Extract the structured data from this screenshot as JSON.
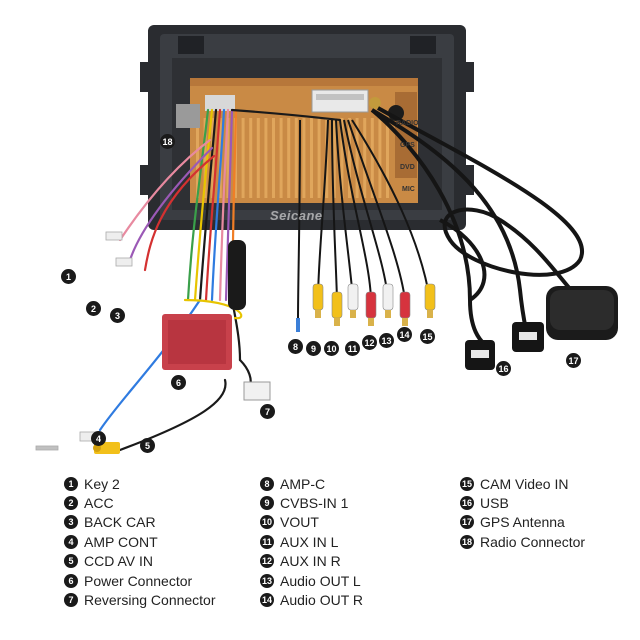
{
  "brand": "Seicane",
  "panel_labels": [
    "RADIO",
    "GPS",
    "DVD",
    "MIC"
  ],
  "colors": {
    "frame": "#2a2c30",
    "board": "#c98a45",
    "connector_red": "#c8414b",
    "rca_yellow": "#f2c01a",
    "rca_white": "#f1f1f1",
    "rca_red": "#d6333e",
    "cable": "#151515"
  },
  "legend": {
    "columns": [
      [
        {
          "num": "1",
          "label": "Key 2"
        },
        {
          "num": "2",
          "label": "ACC"
        },
        {
          "num": "3",
          "label": "BACK CAR"
        },
        {
          "num": "4",
          "label": "AMP CONT"
        },
        {
          "num": "5",
          "label": "CCD AV IN"
        },
        {
          "num": "6",
          "label": "Power Connector"
        },
        {
          "num": "7",
          "label": "Reversing Connector"
        }
      ],
      [
        {
          "num": "8",
          "label": "AMP-C"
        },
        {
          "num": "9",
          "label": "CVBS-IN 1"
        },
        {
          "num": "10",
          "label": "VOUT"
        },
        {
          "num": "11",
          "label": "AUX IN L"
        },
        {
          "num": "12",
          "label": "AUX IN R"
        },
        {
          "num": "13",
          "label": "Audio OUT L"
        },
        {
          "num": "14",
          "label": "Audio OUT R"
        }
      ],
      [
        {
          "num": "15",
          "label": "CAM Video IN"
        },
        {
          "num": "16",
          "label": "USB"
        },
        {
          "num": "17",
          "label": "GPS Antenna"
        },
        {
          "num": "18",
          "label": "Radio Connector"
        }
      ]
    ]
  },
  "callouts": [
    "1",
    "2",
    "3",
    "4",
    "5",
    "6",
    "7",
    "8",
    "9",
    "10",
    "11",
    "12",
    "13",
    "14",
    "15",
    "16",
    "17",
    "18"
  ]
}
